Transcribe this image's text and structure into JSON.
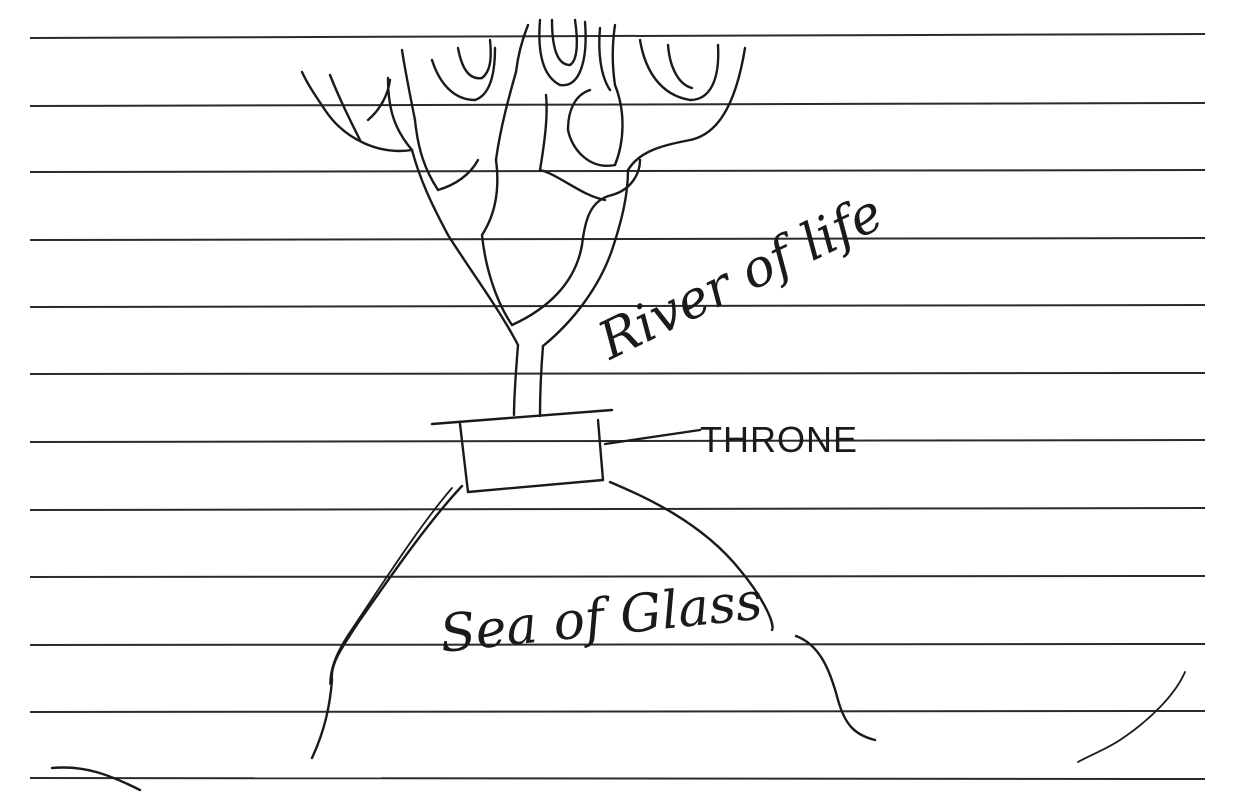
{
  "labels": {
    "river": "River of life",
    "throne": "THRONE",
    "sea": "Sea of Glass"
  },
  "colors": {
    "paper": "#ffffff",
    "ink": "#1a1a1a",
    "rule_line": "#2b2b2b"
  }
}
